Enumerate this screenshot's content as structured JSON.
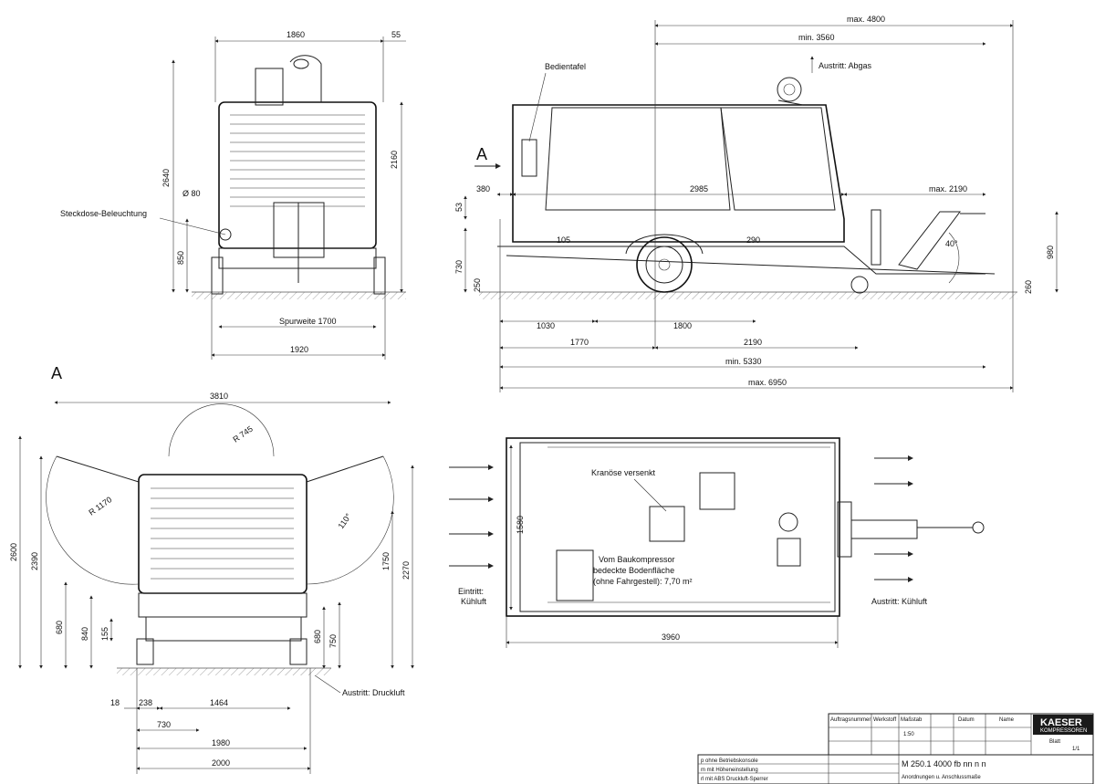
{
  "views": {
    "front": {
      "dims": {
        "width_1860": "1860",
        "top_55": "55",
        "height_2640": "2640",
        "height_2160": "2160",
        "dia_80": "Ø 80",
        "h_850": "850",
        "track": "Spurweite 1700",
        "w_1920": "1920"
      },
      "labels": {
        "socket": "Steckdose-Beleuchtung"
      }
    },
    "side": {
      "dims": {
        "max4800": "max. 4800",
        "min3560": "min. 3560",
        "d380": "380",
        "d2985": "2985",
        "max2190": "max. 2190",
        "d53": "53",
        "d105": "105",
        "d290": "290",
        "d730": "730",
        "d250": "250",
        "d980": "980",
        "d260": "260",
        "d1030": "1030",
        "d1800": "1800",
        "d1770": "1770",
        "d2190": "2190",
        "min5330": "min. 5330",
        "max6950": "max. 6950",
        "angle": "40°"
      },
      "labels": {
        "panel": "Bedientafel",
        "exhaust": "Austritt: Abgas",
        "view_a": "A"
      }
    },
    "rear": {
      "title": "A",
      "dims": {
        "w3810": "3810",
        "r745": "R 745",
        "r1170": "R 1170",
        "angle": "110°",
        "h2600": "2600",
        "h2390": "2390",
        "h1750": "1750",
        "h2270": "2270",
        "h680": "680",
        "h840": "840",
        "h155": "155",
        "h680b": "680",
        "h750": "750",
        "d18": "18",
        "d238": "238",
        "d1464": "1464",
        "d730": "730",
        "d1980": "1980",
        "d2000": "2000"
      },
      "labels": {
        "outlet": "Austritt: Druckluft"
      }
    },
    "top": {
      "dims": {
        "w3960": "3960",
        "h1580": "1580"
      },
      "labels": {
        "crane": "Kranöse versenkt",
        "area1": "Vom Baukompressor",
        "area2": "bedeckte Bodenfläche",
        "area3": "(ohne Fahrgestell): 7,70 m²",
        "inlet1": "Eintritt:",
        "inlet2": "Kühluft",
        "outlet": "Austritt: Kühluft"
      }
    }
  },
  "title_block": {
    "brand": "KAESER",
    "brand_sub": "KOMPRESSOREN",
    "rows": [
      "p  ohne Betriebskonsole",
      "m  mit Höheneinstellung",
      "rl  mit ABS Druckluft-Sperrer"
    ],
    "description": "M 250.1 4000 fb nn n n",
    "subtitle": "Anordnungen u. Anschlussmaße",
    "cells": [
      "Auftragsnummer",
      "Werkstoff",
      "Maßstab",
      "1:50",
      "Datum",
      "Name",
      "Blatt",
      "1/1"
    ]
  },
  "colors": {
    "line": "#222222",
    "logo_bg": "#1a1a1a"
  }
}
